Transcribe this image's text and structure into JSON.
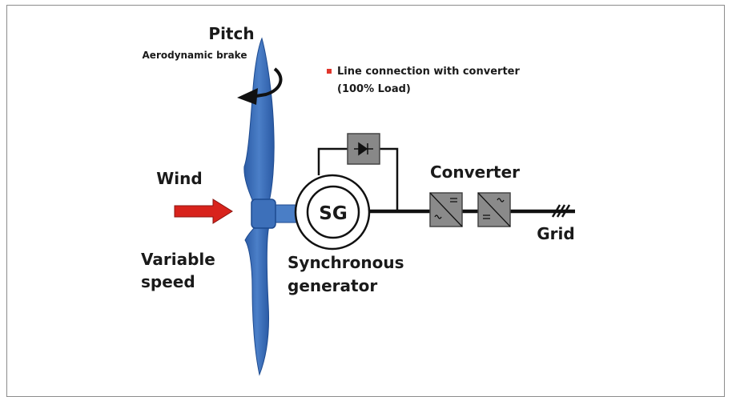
{
  "labels": {
    "pitch": "Pitch",
    "aerodynamic_brake": "Aerodynamic brake",
    "wind": "Wind",
    "variable_speed_line1": "Variable",
    "variable_speed_line2": "speed",
    "sg": "SG",
    "synchronous_line1": "Synchronous",
    "synchronous_line2": "generator",
    "converter": "Converter",
    "grid": "Grid"
  },
  "legend": {
    "line1": "Line connection with converter",
    "line2": "(100% Load)"
  },
  "colors": {
    "blade": "#3f6fb7",
    "blade_dark": "#1f4d95",
    "wind_arrow": "#d8231c",
    "legend_marker": "#e0362c",
    "box_fill": "#888888",
    "line": "#111111"
  },
  "icons": {
    "diode": "diode-icon",
    "converter_dc_ac": "dc-ac-converter-icon",
    "converter_ac_dc": "ac-dc-converter-icon",
    "grid_ground": "three-phase-hatch-icon"
  }
}
